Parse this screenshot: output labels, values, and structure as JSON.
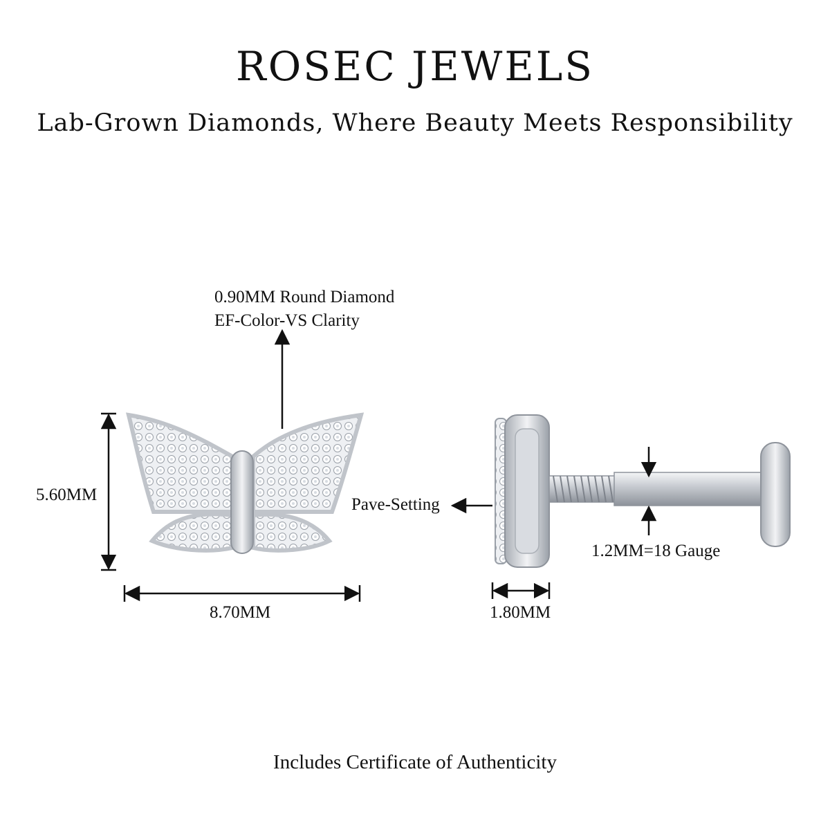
{
  "header": {
    "brand": "ROSEC JEWELS",
    "tagline": "Lab-Grown Diamonds, Where Beauty Meets Responsibility"
  },
  "annotations": {
    "stone_line1": "0.90MM Round Diamond",
    "stone_line2": "EF-Color-VS Clarity",
    "height": "5.60MM",
    "width": "8.70MM",
    "setting": "Pave-Setting",
    "thickness": "1.80MM",
    "gauge": "1.2MM=18 Gauge"
  },
  "footer": {
    "certificate": "Includes Certificate of Authenticity"
  },
  "colors": {
    "metal": "#c9ccd2",
    "metal_dark": "#8e939b",
    "line": "#111111"
  }
}
